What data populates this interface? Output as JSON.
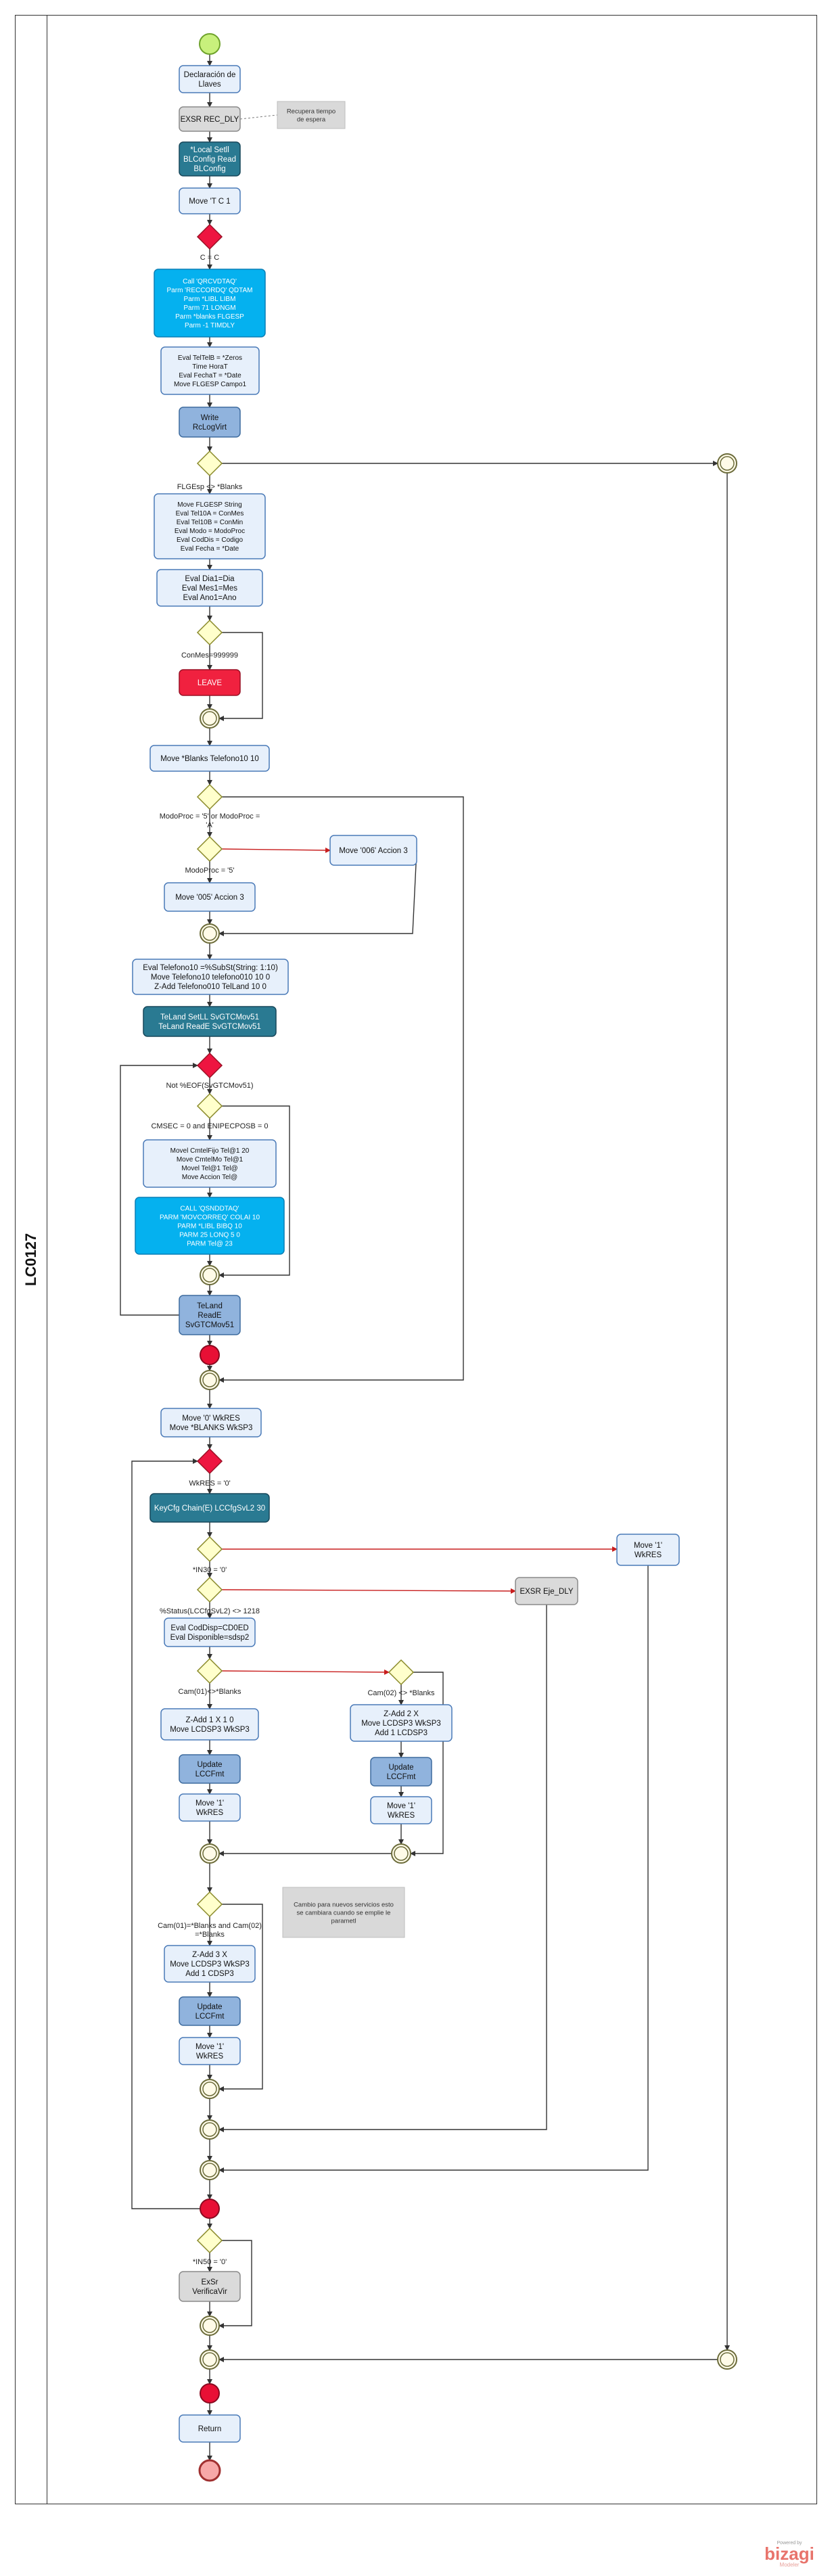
{
  "pool": {
    "title": "LC0127"
  },
  "tasks": {
    "t_decl": [
      "Declaración de",
      "Llaves"
    ],
    "t_exsr_rec": [
      "EXSR REC_DLY"
    ],
    "t_local": [
      "*Local Setll",
      "BLConfig Read",
      "BLConfig"
    ],
    "t_move_tc": [
      "Move  'T  C  1"
    ],
    "t_call1": [
      "Call  'QRCVDTAQ'",
      "Parm   'RECCORDQ'  QDTAM",
      "Parm    *LIBL      LIBM",
      "Parm      71        LONGM",
      "Parm    *blanks   FLGESP",
      "Parm      -1        TIMDLY"
    ],
    "t_eval1": [
      "Eval    TelTelB = *Zeros",
      "Time                HoraT",
      "Eval    FechaT = *Date",
      "Move  FLGESP  Campo1"
    ],
    "t_write": [
      "Write",
      "RcLogVirt"
    ],
    "t_move_flg": [
      "Move      FLGESP         String",
      "Eval      Tel10A = ConMes",
      "Eval      Tel10B = ConMin",
      "Eval     Modo = ModoProc",
      "Eval     CodDis = Codigo",
      "Eval     Fecha = *Date"
    ],
    "t_eval_dia": [
      "Eval        Dia1=Dia",
      "Eval      Mes1=Mes",
      "Eval      Ano1=Ano"
    ],
    "t_leave": [
      "LEAVE"
    ],
    "t_move_blanks": [
      "Move  *Blanks  Telefono10   10"
    ],
    "t_move_006": [
      "Move   '006'   Accion  3"
    ],
    "t_move_005": [
      "Move   '005'   Accion  3"
    ],
    "t_eval_tel": [
      "Eval       Telefono10 =%SubSt(String: 1:10)",
      "Move      Telefono10   telefono010      10 0",
      "Z-Add     Telefono010  TelLand          10 0"
    ],
    "t_telland": [
      "TeLand        SetLL       SvGTCMov51",
      "TeLand        ReadE       SvGTCMov51"
    ],
    "t_movel": [
      "Movel  CmtelFijo    Tel@1     20",
      "Move     CmtelMo     Tel@1",
      "Movel      Tel@1        Tel@",
      "Move      Accion       Tel@"
    ],
    "t_call2": [
      "CALL      'QSNDDTAQ'",
      "PARM 'MOVCORREQ'   COLAI          10",
      "PARM       *LIBL        BIBQ           10",
      "PARM        25          LONQ          5 0",
      "PARM                     Tel@          23"
    ],
    "t_telland_read": [
      "TeLand",
      "ReadE",
      "SvGTCMov51"
    ],
    "t_move_wkres": [
      "Move   '0'       WkRES",
      "Move   *BLANKS   WkSP3"
    ],
    "t_keycfg": [
      "KeyCfg  Chain(E) LCCfgSvL2   30"
    ],
    "t_move_1_right": [
      "Move  '1'",
      "WkRES"
    ],
    "t_exsr_eje": [
      "EXSR Eje_DLY"
    ],
    "t_eval_cod": [
      "Eval CodDisp=CD0ED",
      "Eval Disponible=sdsp2"
    ],
    "t_zadd1": [
      "Z-Add   1      X           1 0",
      "Move   LCDSP3     WkSP3"
    ],
    "t_update1": [
      "Update",
      "LCCFmt"
    ],
    "t_move_1a": [
      "Move  '1'",
      "WkRES"
    ],
    "t_zadd2": [
      "Z-Add     2       X",
      "Move    LCDSP3    WkSP3",
      "Add      1        LCDSP3"
    ],
    "t_update2": [
      "Update",
      "LCCFmt"
    ],
    "t_move_1b": [
      "Move  '1'",
      "WkRES"
    ],
    "t_zadd3": [
      "Z-Add    3       X",
      "Move   LCDSP3  WkSP3",
      "Add     1      CDSP3"
    ],
    "t_update3": [
      "Update",
      "LCCFmt"
    ],
    "t_move_1c": [
      "Move  '1'",
      "WkRES"
    ],
    "t_exsr_verif": [
      "ExSr",
      "VerificaVir"
    ],
    "t_return": [
      "Return"
    ]
  },
  "annotations": {
    "a_recupera": [
      "Recupera tiempo",
      "de espera"
    ],
    "a_cambio": [
      "Cambio para nuevos servicios esto",
      "se cambiara cuando se emplie le",
      "parametl"
    ]
  },
  "conditions": {
    "c_cc": "C = C",
    "c_flgesp": "FLGEsp <> *Blanks",
    "c_conmes": "ConMes=999999",
    "c_modoproc1": [
      "ModoProc = '5' or ModoProc =",
      "'A'"
    ],
    "c_modoproc2": "ModoProc = '5'",
    "c_noteof": "Not %EOF(SvGTCMov51)",
    "c_cmsec": "CMSEC = 0 and ENIPECPOSB = 0",
    "c_wkres": "WkRES = '0'",
    "c_in30": "*IN30 = '0'",
    "c_status": "%Status(LCCfgSvL2) <> 1218",
    "c_cam01": "Cam(01)<>*Blanks",
    "c_cam02": "Cam(02) <> *Blanks",
    "c_cam01_02": [
      "Cam(01)=*Blanks and Cam(02)",
      "=*Blanks"
    ],
    "c_in50": "*IN50 = '0'"
  },
  "brand": {
    "powered": "Powered by",
    "name": "bizagi",
    "sub": "Modeler"
  },
  "colors": {
    "task_fill": "#e7f0fb",
    "task_stroke": "#4a7ab8",
    "task_dark_fill": "#2a7a92",
    "task_dark_stroke": "#17475a",
    "task_cyan_fill": "#05b1ef",
    "task_cyan_stroke": "#0a7fb5",
    "task_mid_fill": "#90b3dd",
    "task_mid_stroke": "#3d6b9e",
    "task_gray_fill": "#dadada",
    "task_gray_stroke": "#8a8a8a",
    "task_red_fill": "#f0213f",
    "task_red_stroke": "#9a1025",
    "gateway_yellow": "#ffffcc",
    "gateway_red": "#ee1540",
    "start": "#c8f07c",
    "end": "#f7a8a8",
    "flow": "#333333",
    "flow_red": "#c81e1e",
    "brand": "#e8746c"
  }
}
